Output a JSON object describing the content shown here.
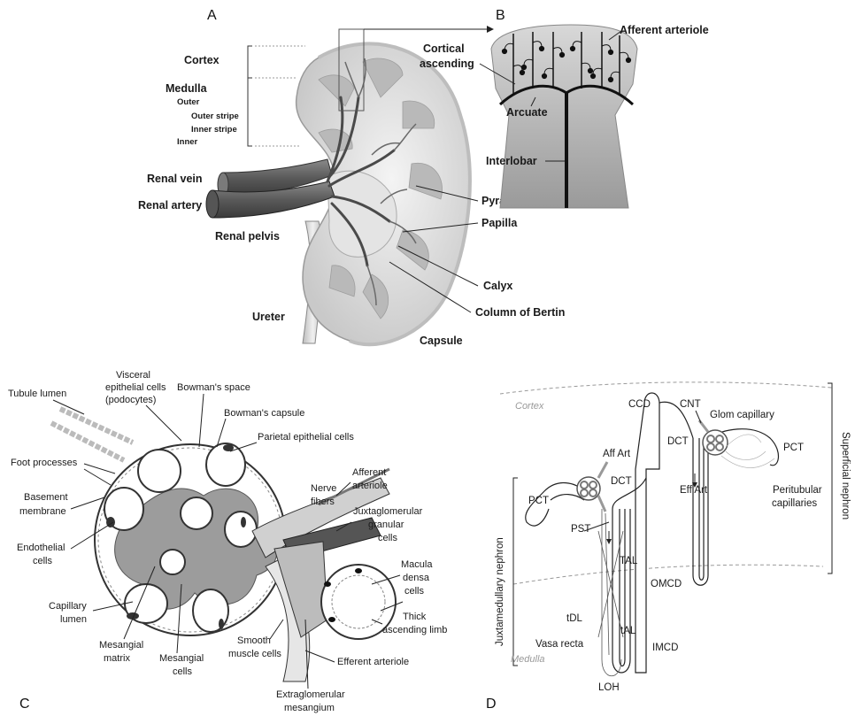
{
  "panels": {
    "a": "A",
    "b": "B",
    "c": "C",
    "d": "D"
  },
  "panel_a": {
    "cortex": "Cortex",
    "medulla": "Medulla",
    "outer": "Outer",
    "outer_stripe": "Outer stripe",
    "inner_stripe": "Inner stripe",
    "inner": "Inner",
    "renal_vein": "Renal vein",
    "renal_artery": "Renal artery",
    "renal_pelvis": "Renal pelvis",
    "ureter": "Ureter",
    "pyramid": "Pyramid",
    "papilla": "Papilla",
    "calyx": "Calyx",
    "column_of_bertin": "Column of Bertin",
    "capsule": "Capsule"
  },
  "panel_b": {
    "afferent_arteriole": "Afferent arteriole",
    "cortical_ascending_1": "Cortical",
    "cortical_ascending_2": "ascending",
    "arcuate": "Arcuate",
    "interlobar": "Interlobar"
  },
  "panel_c": {
    "tubule_lumen": "Tubule lumen",
    "visceral_1": "Visceral",
    "visceral_2": "epithelial cells",
    "visceral_3": "(podocytes)",
    "bowmans_space": "Bowman's space",
    "bowmans_capsule": "Bowman's capsule",
    "parietal": "Parietal epithelial cells",
    "foot_processes": "Foot processes",
    "basement_1": "Basement",
    "basement_2": "membrane",
    "endothelial_1": "Endothelial",
    "endothelial_2": "cells",
    "capillary_1": "Capillary",
    "capillary_2": "lumen",
    "mesangial_matrix_1": "Mesangial",
    "mesangial_matrix_2": "matrix",
    "mesangial_cells_1": "Mesangial",
    "mesangial_cells_2": "cells",
    "smooth_muscle_1": "Smooth",
    "smooth_muscle_2": "muscle cells",
    "nerve_1": "Nerve",
    "nerve_2": "fibers",
    "afferent_1": "Afferent",
    "afferent_2": "arteriole",
    "juxta_1": "Juxtaglomerular",
    "juxta_2": "granular",
    "juxta_3": "cells",
    "macula_1": "Macula",
    "macula_2": "densa",
    "macula_3": "cells",
    "thick_1": "Thick",
    "thick_2": "ascending limb",
    "efferent": "Efferent arteriole",
    "extraglom_1": "Extraglomerular",
    "extraglom_2": "mesangium"
  },
  "panel_d": {
    "cortex": "Cortex",
    "medulla": "Medulla",
    "ccd": "CCD",
    "cnt": "CNT",
    "glom_capillary": "Glom capillary",
    "dct_top": "DCT",
    "pct_right": "PCT",
    "peritubular_1": "Peritubular",
    "peritubular_2": "capillaries",
    "eff_art": "Eff Art",
    "aff_art": "Aff Art",
    "dct_left": "DCT",
    "pct_left": "PCT",
    "pst": "PST",
    "tal": "TAL",
    "omcd": "OMCD",
    "tdl": "tDL",
    "vasa_recta": "Vasa recta",
    "tal_thin": "tAL",
    "imcd": "IMCD",
    "loh": "LOH",
    "juxtamedullary": "Juxtamedullary nephron",
    "superficial": "Superficial nephron"
  }
}
